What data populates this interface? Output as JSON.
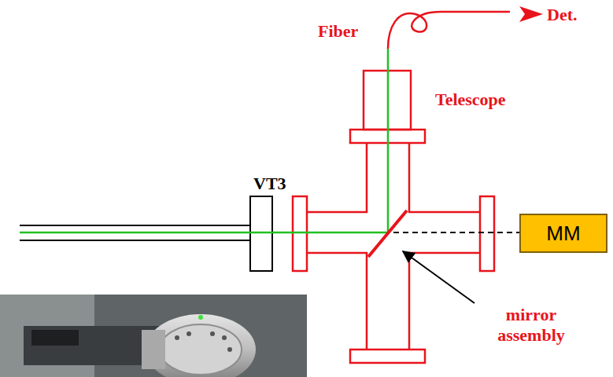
{
  "diagram": {
    "nodes": [
      {
        "text": [
          "MM"
        ]
      }
    ],
    "labels": [
      "Fiber",
      "Det.",
      "Telescope",
      "VT3",
      "mirror assembly"
    ]
  }
}
